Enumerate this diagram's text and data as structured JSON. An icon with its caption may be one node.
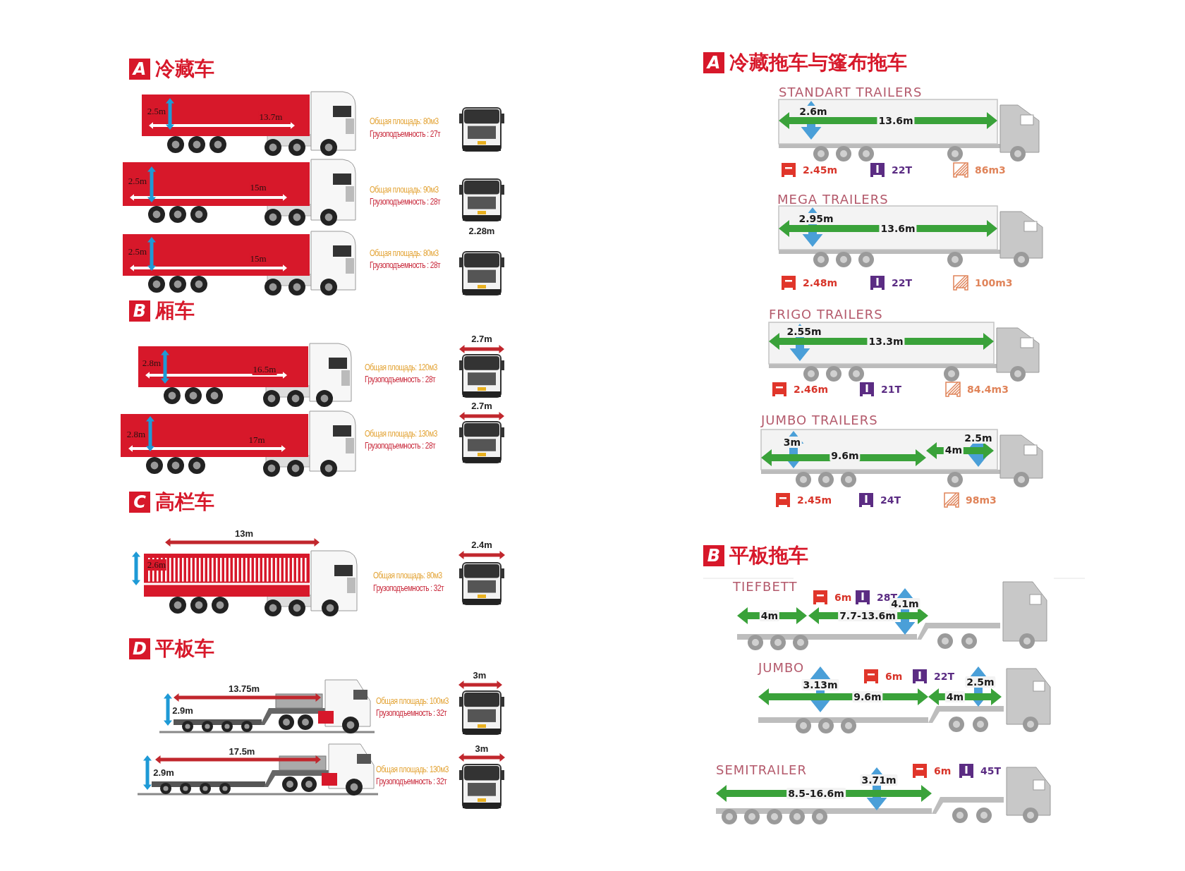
{
  "diagram": {
    "labels": [
      "A",
      "冷藏车",
      "2.5m",
      "13.7m",
      "Общая площадь: 80м3",
      "Грузоподъемность : 27т",
      "2.5m",
      "15m",
      "Общая площадь: 90м3",
      "Грузоподъемность : 28т",
      "2.28m",
      "2.5m",
      "15m",
      "Общая площадь: 80м3",
      "Грузоподъемность : 28т",
      "B",
      "厢车",
      "2.8m",
      "16.5m",
      "Общая площадь: 120м3",
      "Грузоподъемность : 28т",
      "2.7m",
      "2.8m",
      "17m",
      "Общая площадь: 130м3",
      "Грузоподъемность : 28т",
      "2.7m",
      "C",
      "高栏车",
      "13m",
      "2.6m",
      "Общая площадь: 80м3",
      "Грузоподъемность : 32т",
      "2.4m",
      "D",
      "平板车",
      "13.75m",
      "2.9m",
      "Общая площадь: 100м3",
      "Грузоподъемность : 32т",
      "3m",
      "17.5m",
      "2.9m",
      "Общая площадь: 130м3",
      "Грузоподъемность : 32т",
      "3m",
      "A",
      "冷藏拖车与篷布拖车",
      "STANDART TRAILERS",
      "2.6m",
      "13.6m",
      "2.45m",
      "22T",
      "86m3",
      "MEGA TRAILERS",
      "2.95m",
      "13.6m",
      "2.48m",
      "22T",
      "100m3",
      "FRIGO TRAILERS",
      "2.55m",
      "13.3m",
      "2.46m",
      "21T",
      "84.4m3",
      "JUMBO TRAILERS",
      "3m",
      "2.5m",
      "9.6m",
      "4m",
      "2.45m",
      "24T",
      "98m3",
      "B",
      "平板拖车",
      "TIEFBETT",
      "6m",
      "28T",
      "4.1m",
      "4m",
      "7.7-13.6m",
      "JUMBO",
      "3.13m",
      "6m",
      "22T",
      "2.5m",
      "9.6m",
      "4m",
      "SEMITRAILER",
      "3.71m",
      "6m",
      "45T",
      "8.5-16.6m"
    ]
  }
}
